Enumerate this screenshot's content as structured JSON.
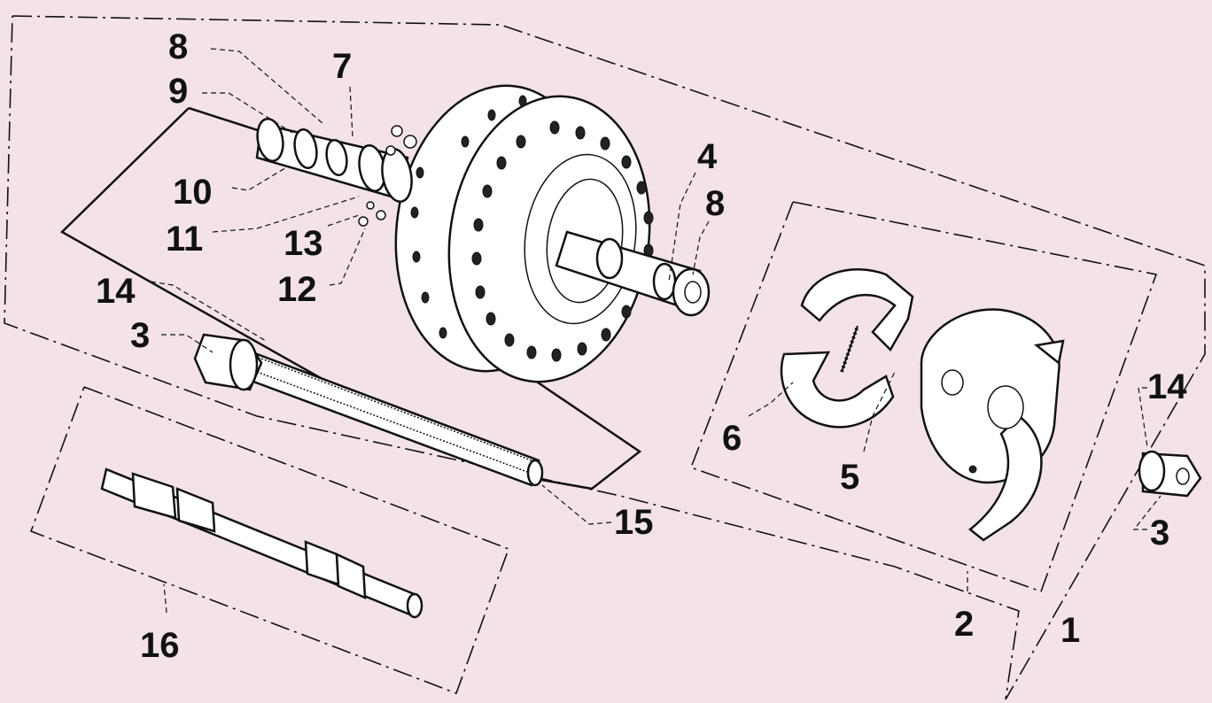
{
  "colors": {
    "background": "#f3e3e6",
    "ink": "#111111",
    "part_fill": "#ffffff"
  },
  "callouts": [
    {
      "id": "c8a",
      "text": "8"
    },
    {
      "id": "c9",
      "text": "9"
    },
    {
      "id": "c7",
      "text": "7"
    },
    {
      "id": "c10",
      "text": "10"
    },
    {
      "id": "c11",
      "text": "11"
    },
    {
      "id": "c13",
      "text": "13"
    },
    {
      "id": "c12",
      "text": "12"
    },
    {
      "id": "c14a",
      "text": "14"
    },
    {
      "id": "c3a",
      "text": "3"
    },
    {
      "id": "c4",
      "text": "4"
    },
    {
      "id": "c8b",
      "text": "8"
    },
    {
      "id": "c6",
      "text": "6"
    },
    {
      "id": "c5",
      "text": "5"
    },
    {
      "id": "c14b",
      "text": "14"
    },
    {
      "id": "c3b",
      "text": "3"
    },
    {
      "id": "c15",
      "text": "15"
    },
    {
      "id": "c2",
      "text": "2"
    },
    {
      "id": "c1",
      "text": "1"
    },
    {
      "id": "c16",
      "text": "16"
    }
  ]
}
